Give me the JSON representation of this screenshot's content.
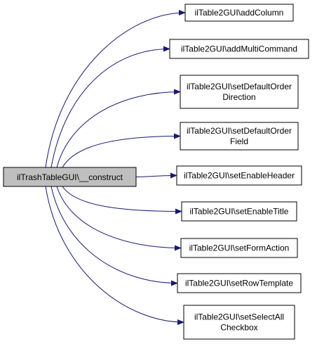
{
  "graph": {
    "colors": {
      "edge": "#191970",
      "node_border": "#000000",
      "source_fill": "#bfbfbf",
      "target_fill": "#ffffff"
    },
    "source": {
      "label": "ilTrashTableGUI\\__construct"
    },
    "targets": [
      {
        "lines": [
          "ilTable2GUI\\addColumn"
        ]
      },
      {
        "lines": [
          "ilTable2GUI\\addMultiCommand"
        ]
      },
      {
        "lines": [
          "ilTable2GUI\\setDefaultOrder",
          "Direction"
        ]
      },
      {
        "lines": [
          "ilTable2GUI\\setDefaultOrder",
          "Field"
        ]
      },
      {
        "lines": [
          "ilTable2GUI\\setEnableHeader"
        ]
      },
      {
        "lines": [
          "ilTable2GUI\\setEnableTitle"
        ]
      },
      {
        "lines": [
          "ilTable2GUI\\setFormAction"
        ]
      },
      {
        "lines": [
          "ilTable2GUI\\setRowTemplate"
        ]
      },
      {
        "lines": [
          "ilTable2GUI\\setSelectAll",
          "Checkbox"
        ]
      }
    ]
  }
}
